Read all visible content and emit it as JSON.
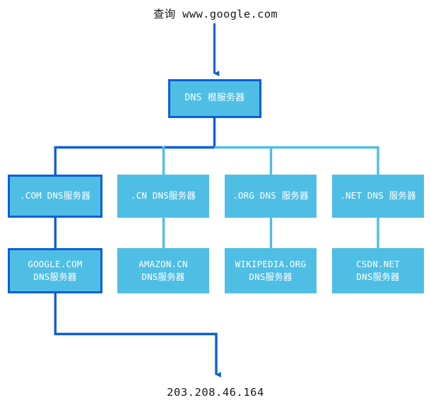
{
  "diagram": {
    "title": "DNS resolution hierarchy",
    "colors": {
      "node_fill": "#4FBEE4",
      "active_path": "#0B5FD8",
      "inactive_wire": "#4FBEE4",
      "node_text": "#ffffff",
      "caption_text": "#1a1a1a",
      "background": "#ffffff"
    },
    "query": {
      "label": "查询 www.google.com"
    },
    "result": {
      "label": "203.208.46.164"
    },
    "root": {
      "label": "DNS 根服务器"
    },
    "tld_nodes": [
      {
        "id": "com",
        "label": ".COM DNS服务器",
        "active": true
      },
      {
        "id": "cn",
        "label": ".CN DNS服务器",
        "active": false
      },
      {
        "id": "org",
        "label": ".ORG DNS 服务器",
        "active": false
      },
      {
        "id": "net",
        "label": ".NET DNS 服务器",
        "active": false
      }
    ],
    "authoritative_nodes": [
      {
        "id": "google",
        "line1": "GOOGLE.COM",
        "line2": "DNS服务器",
        "active": true
      },
      {
        "id": "amazon",
        "line1": "AMAZON.CN",
        "line2": "DNS服务器",
        "active": false
      },
      {
        "id": "wikipedia",
        "line1": "WIKIPEDIA.ORG",
        "line2": "DNS服务器",
        "active": false
      },
      {
        "id": "csdn",
        "line1": "CSDN.NET",
        "line2": "DNS服务器",
        "active": false
      }
    ]
  }
}
